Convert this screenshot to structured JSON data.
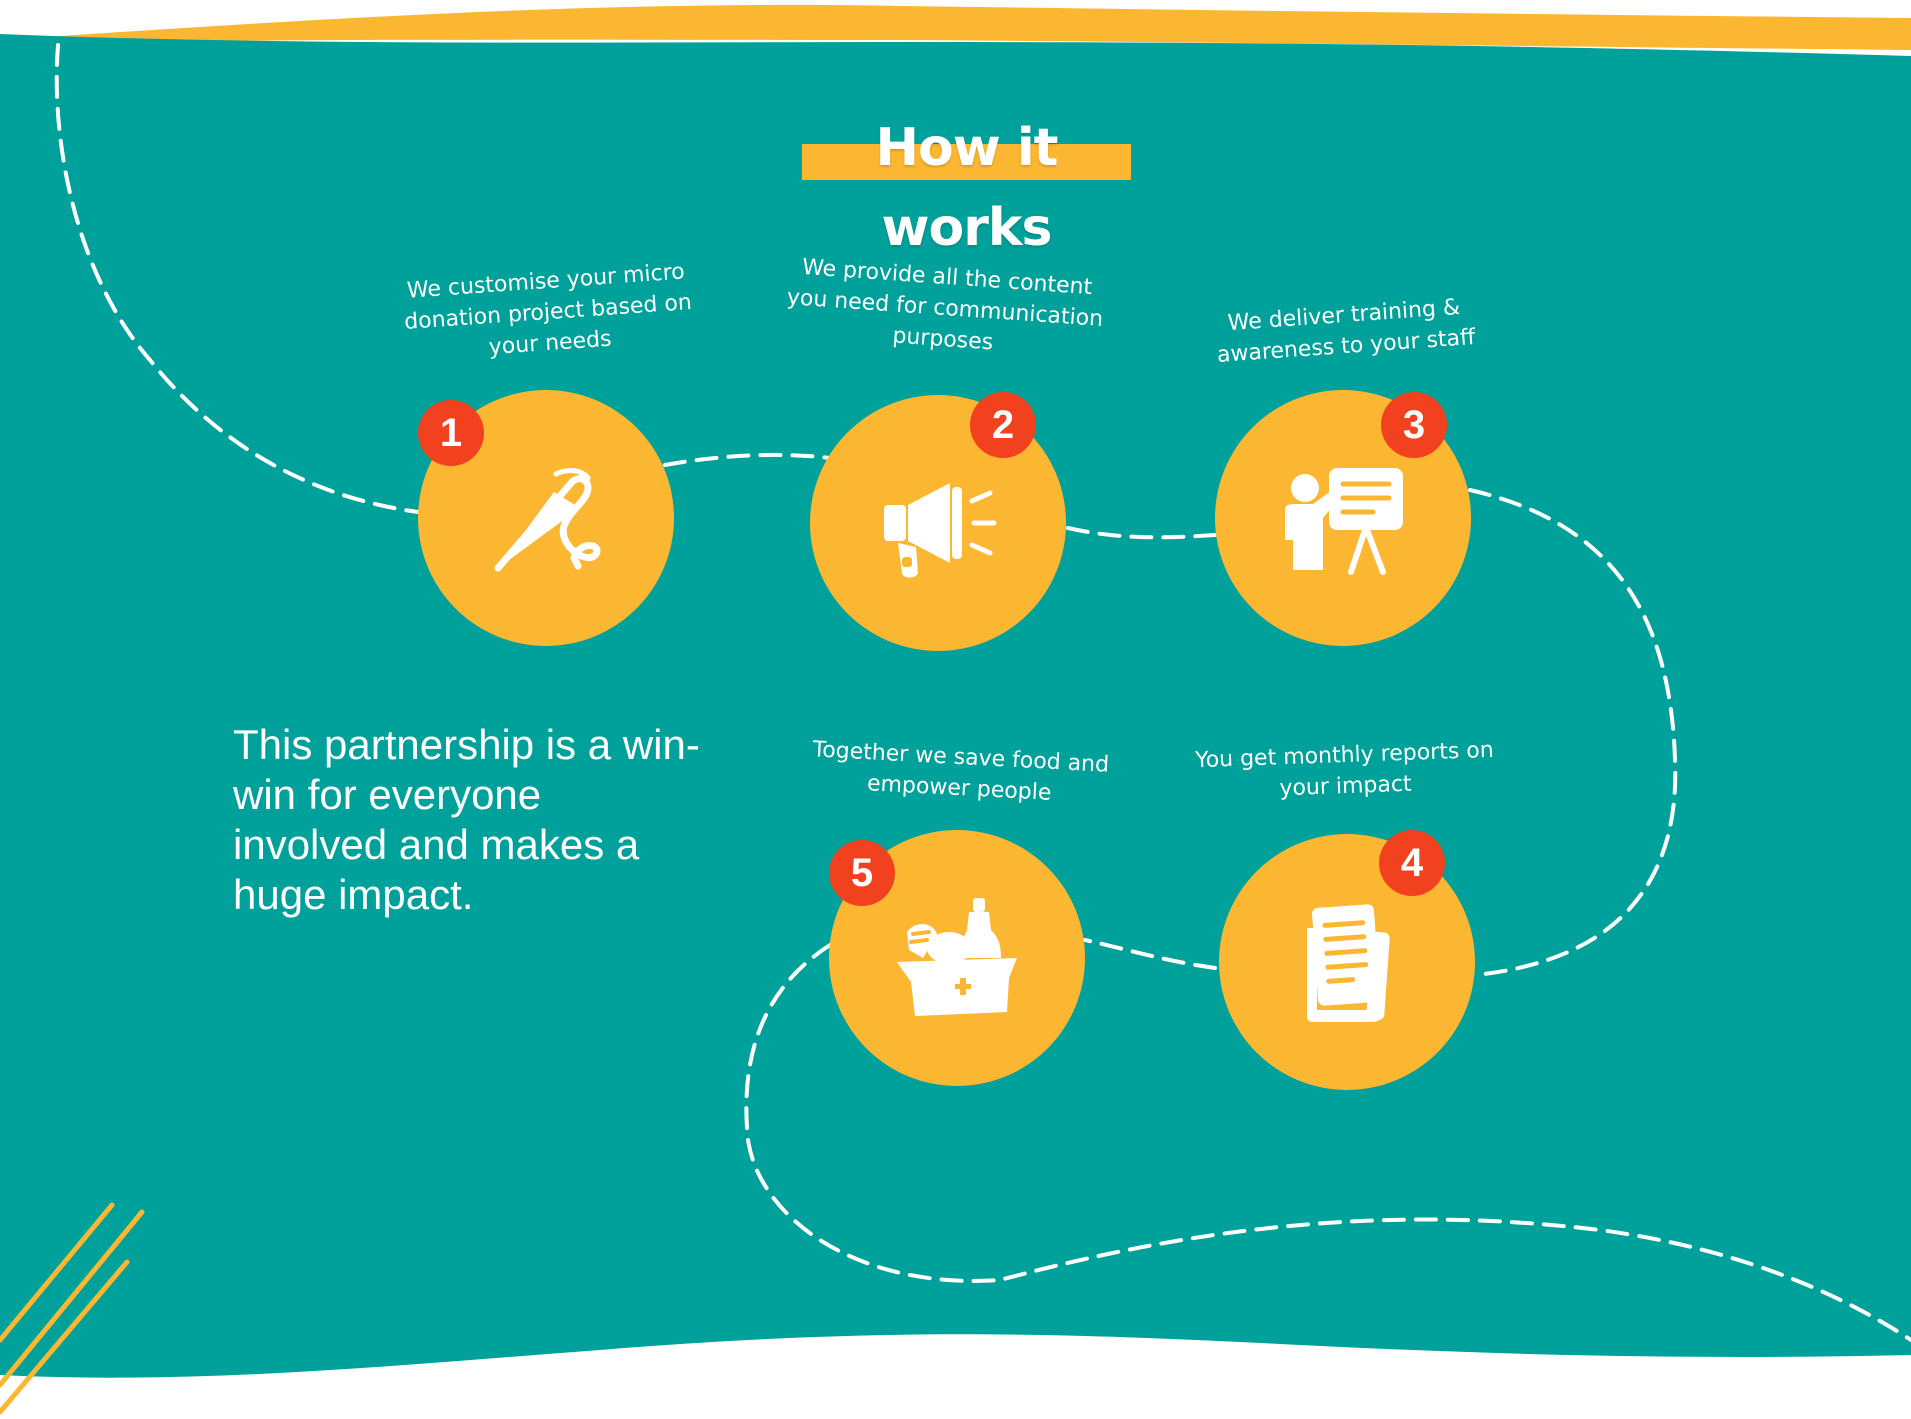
{
  "colors": {
    "teal": "#00A19A",
    "yellow": "#FBB731",
    "red": "#F1411E",
    "white": "#FFFFFF"
  },
  "title": "How it works",
  "steps": [
    {
      "number": "1",
      "label": "We customise your micro\ndonation project based on\nyour needs",
      "icon": "needle-thread-icon"
    },
    {
      "number": "2",
      "label": "We provide all the content\nyou need for communication\npurposes",
      "icon": "megaphone-icon"
    },
    {
      "number": "3",
      "label": "We deliver training &\nawareness to your staff",
      "icon": "presentation-icon"
    },
    {
      "number": "4",
      "label": "You get monthly reports on\nyour impact",
      "icon": "documents-icon"
    },
    {
      "number": "5",
      "label": "Together we save food and\nempower people",
      "icon": "food-box-icon"
    }
  ],
  "tagline": "This partnership is a win-\nwin for everyone\ninvolved and makes a\nhuge impact."
}
